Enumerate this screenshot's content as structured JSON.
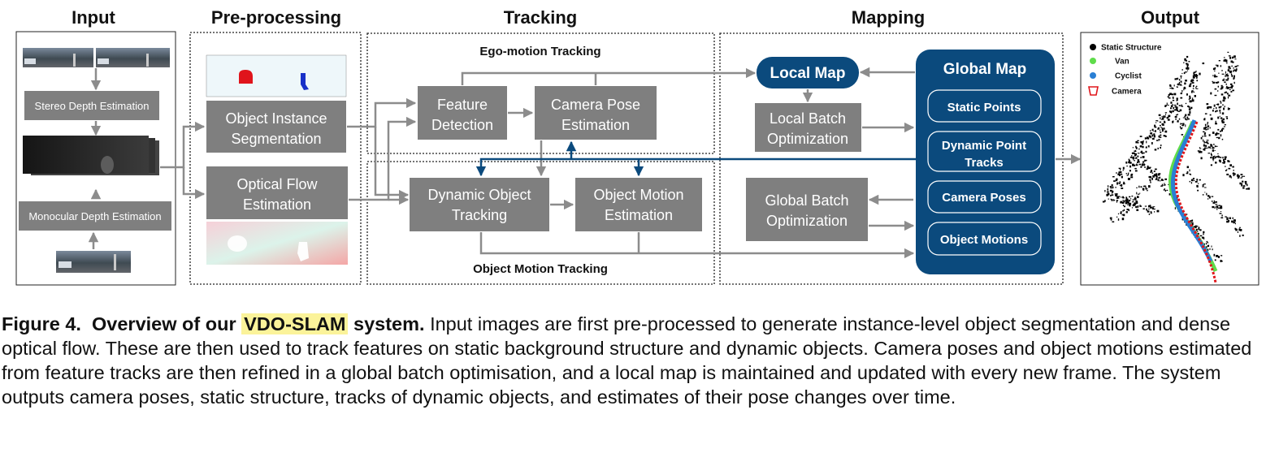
{
  "headers": {
    "input": "Input",
    "preprocessing": "Pre-processing",
    "tracking": "Tracking",
    "mapping": "Mapping",
    "output": "Output"
  },
  "input": {
    "stereo_depth": "Stereo Depth Estimation",
    "mono_depth": "Monocular Depth Estimation"
  },
  "preprocessing": {
    "segmentation": [
      "Object Instance",
      "Segmentation"
    ],
    "optical_flow": [
      "Optical Flow",
      "Estimation"
    ]
  },
  "tracking": {
    "ego_title": "Ego-motion Tracking",
    "object_title": "Object Motion Tracking",
    "feature_detection": [
      "Feature",
      "Detection"
    ],
    "camera_pose": [
      "Camera Pose",
      "Estimation"
    ],
    "dynamic_tracking": [
      "Dynamic Object",
      "Tracking"
    ],
    "object_motion": [
      "Object Motion",
      "Estimation"
    ]
  },
  "mapping": {
    "local_map": "Local Map",
    "local_batch": [
      "Local Batch",
      "Optimization"
    ],
    "global_batch": [
      "Global Batch",
      "Optimization"
    ],
    "global_map": "Global Map",
    "global_items": [
      "Static Points",
      "Dynamic Point Tracks",
      "Camera Poses",
      "Object Motions"
    ]
  },
  "legend": [
    {
      "label": "Static Structure",
      "color": "#000000",
      "icon": "dot-icon"
    },
    {
      "label": "Van",
      "color": "#5fdc4a",
      "icon": "dot-icon"
    },
    {
      "label": "Cyclist",
      "color": "#2a7fd4",
      "icon": "dot-icon"
    },
    {
      "label": "Camera",
      "color": "#e0161b",
      "icon": "camera-icon"
    }
  ],
  "colors": {
    "box_gray": "#7f7f7f",
    "global_blue": "#0b4a7d",
    "highlight": "#fbf39a"
  },
  "caption": {
    "label": "Figure 4.",
    "bold_pre": "Overview of our",
    "highlight": "VDO-SLAM",
    "bold_post": "system.",
    "text": "Input images are first pre-processed to generate instance-level object segmentation and dense optical flow. These are then used to track features on static background structure and dynamic objects. Camera poses and object motions estimated from feature tracks are then refined in a global batch optimisation, and a local map is maintained and updated with every new frame. The system outputs camera poses, static structure, tracks of dynamic objects, and estimates of their pose changes over time."
  }
}
